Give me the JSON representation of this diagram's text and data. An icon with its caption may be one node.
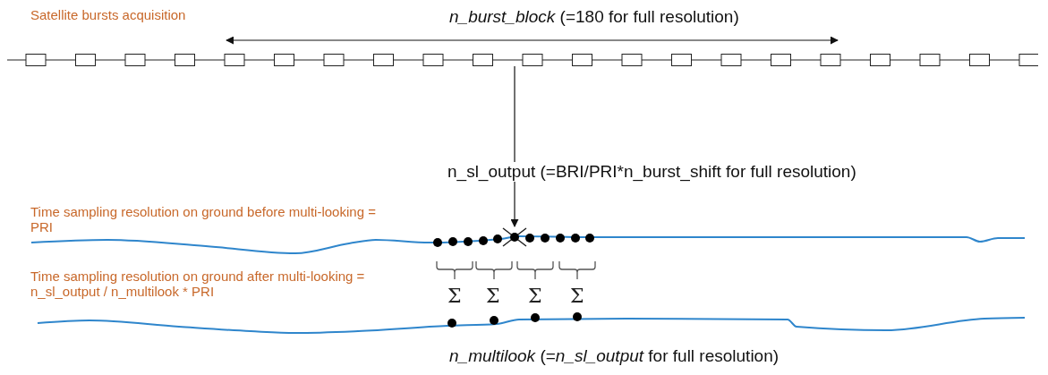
{
  "diagram": {
    "nodes": [
      {
        "text": [],
        "shape": "line"
      },
      {
        "text": [],
        "shape": "cross"
      }
    ],
    "edges": [
      {
        "from": 0,
        "to": 1,
        "arrow": "to"
      }
    ],
    "labels": [
      "Satellite bursts acquisition",
      "*n_burst_block* (=180 for full resolution)",
      "n_sl_output (=BRI/PRI*n_burst_shift for full resolution)",
      "Time sampling resolution on ground before multi-looking = PRI",
      "Time sampling resolution on ground after multi-looking = n_sl_output / n_multilook * PRI",
      "Σ",
      "Σ",
      "Σ",
      "Σ",
      "*n_multilook* (=*n_sl_output* for full resolution)"
    ]
  }
}
